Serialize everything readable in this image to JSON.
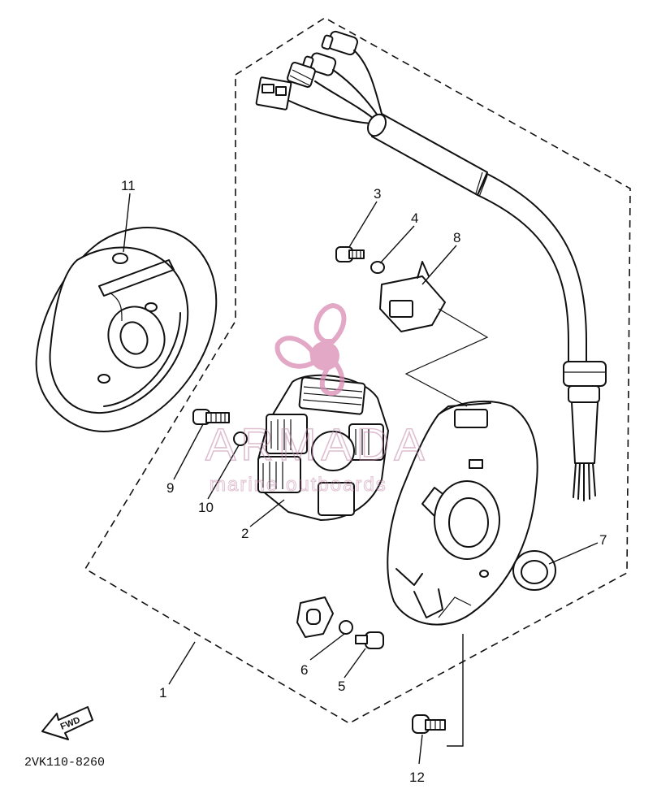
{
  "diagram": {
    "part_code": "2VK110-8260",
    "fwd_label": "FWD",
    "watermark": {
      "brand": "ARMADA",
      "tagline": "marine outboards",
      "accent_color": "#d98bb3"
    },
    "callouts": [
      {
        "id": "c1",
        "number": "1",
        "part": "stator-base-assembly"
      },
      {
        "id": "c2",
        "number": "2",
        "part": "stator-coil"
      },
      {
        "id": "c3",
        "number": "3",
        "part": "screw"
      },
      {
        "id": "c4",
        "number": "4",
        "part": "washer"
      },
      {
        "id": "c5",
        "number": "5",
        "part": "screw"
      },
      {
        "id": "c6",
        "number": "6",
        "part": "washer"
      },
      {
        "id": "c7",
        "number": "7",
        "part": "oil-seal"
      },
      {
        "id": "c8",
        "number": "8",
        "part": "pulser-coil"
      },
      {
        "id": "c9",
        "number": "9",
        "part": "bolt"
      },
      {
        "id": "c10",
        "number": "10",
        "part": "washer"
      },
      {
        "id": "c11",
        "number": "11",
        "part": "flywheel-rotor"
      },
      {
        "id": "c12",
        "number": "12",
        "part": "bolt"
      }
    ]
  }
}
